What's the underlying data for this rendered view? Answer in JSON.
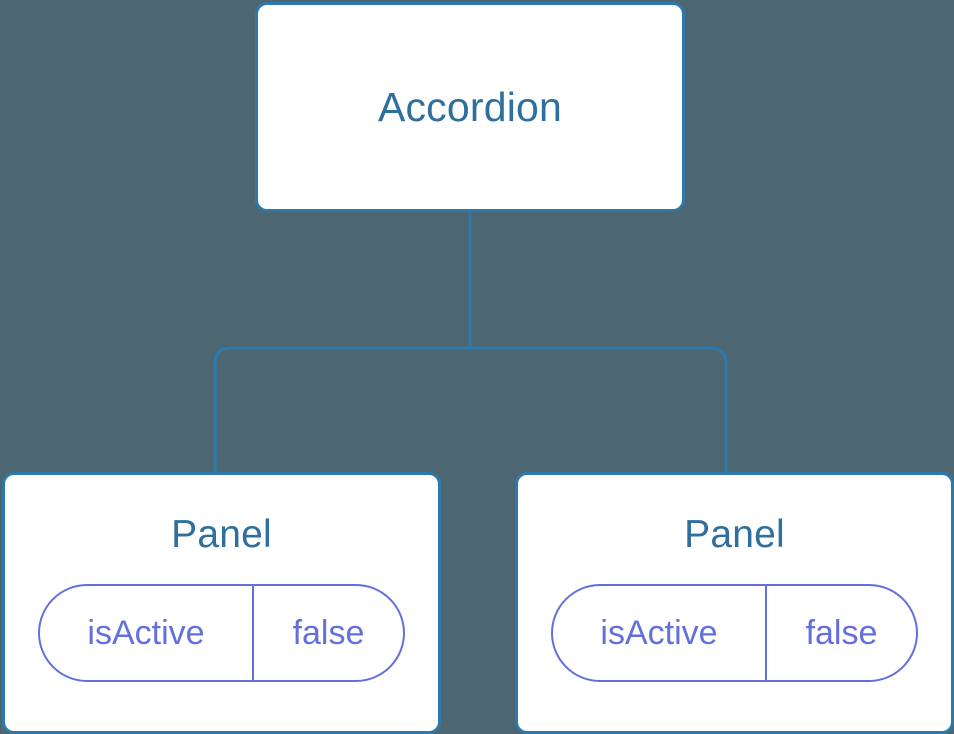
{
  "diagram": {
    "type": "component-tree",
    "background_color": "#4c6772",
    "node_border_color": "#2e79ab",
    "node_title_color": "#2e6f9e",
    "prop_color": "#6370dc",
    "connector_color": "#2e79ab",
    "root": {
      "title": "Accordion"
    },
    "children": [
      {
        "title": "Panel",
        "props": [
          {
            "key": "isActive",
            "value": "false"
          }
        ]
      },
      {
        "title": "Panel",
        "props": [
          {
            "key": "isActive",
            "value": "false"
          }
        ]
      }
    ]
  }
}
